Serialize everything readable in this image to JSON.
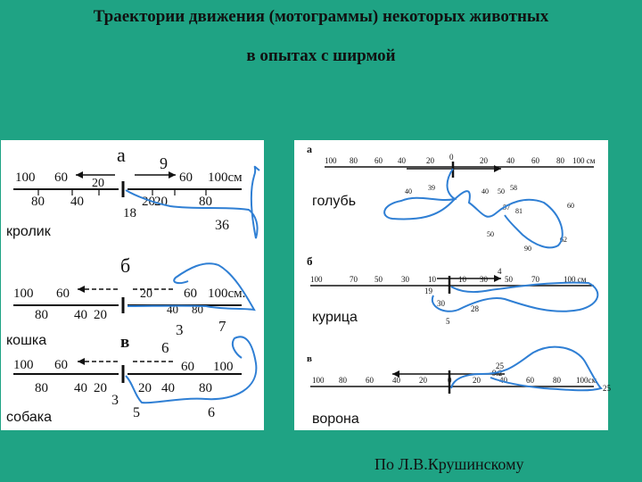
{
  "title_line1": "Траектории движения (мотограммы) некоторых животных",
  "title_line2": "в опытах с ширмой",
  "left": {
    "a": {
      "letter": "а",
      "num": "9",
      "dist": "18",
      "extra": "36",
      "near": "20",
      "top_ticks": [
        "100",
        "60",
        "60",
        "100см"
      ],
      "mid_ticks": [
        "20",
        "20",
        "40"
      ],
      "bot_ticks": [
        "80",
        "40",
        "80"
      ],
      "animal": "кролик"
    },
    "b": {
      "letter": "б",
      "animal": "кошка",
      "n1": "3",
      "n2": "7",
      "top_ticks": [
        "100",
        "60",
        "20",
        "60",
        "100см."
      ],
      "bot_ticks": [
        "80",
        "40",
        "20",
        "40",
        "80"
      ]
    },
    "c": {
      "letter": "в",
      "animal": "собака",
      "n1": "6",
      "n2": "3",
      "n3": "5",
      "n4": "6",
      "top_ticks": [
        "100",
        "60",
        "60",
        "100"
      ],
      "bot_ticks": [
        "80",
        "40",
        "20",
        "20",
        "40",
        "80"
      ]
    }
  },
  "right": {
    "a": {
      "letter": "а",
      "animal": "голубь",
      "ticks": [
        "100",
        "80",
        "60",
        "40",
        "20",
        "0",
        "20",
        "40",
        "60",
        "80",
        "100 см"
      ],
      "nums": [
        "40",
        "39",
        "40",
        "50",
        "58",
        "57",
        "81",
        "60",
        "62",
        "50",
        "90"
      ]
    },
    "b": {
      "letter": "б",
      "animal": "курица",
      "ticks": [
        "100",
        "70",
        "50",
        "30",
        "10",
        "10",
        "30",
        "50",
        "70",
        "100 см"
      ],
      "nums": [
        "4",
        "19",
        "30",
        "28",
        "5"
      ]
    },
    "c": {
      "letter": "в",
      "animal": "ворона",
      "ticks": [
        "100",
        "80",
        "60",
        "40",
        "20",
        "0",
        "20",
        "40",
        "60",
        "80",
        "100см"
      ],
      "nums": [
        "25",
        "9.2",
        "25"
      ]
    }
  },
  "credit": "По Л.В.Крушинскому",
  "colors": {
    "background": "#1fa384",
    "trace": "#2f7fd4"
  }
}
